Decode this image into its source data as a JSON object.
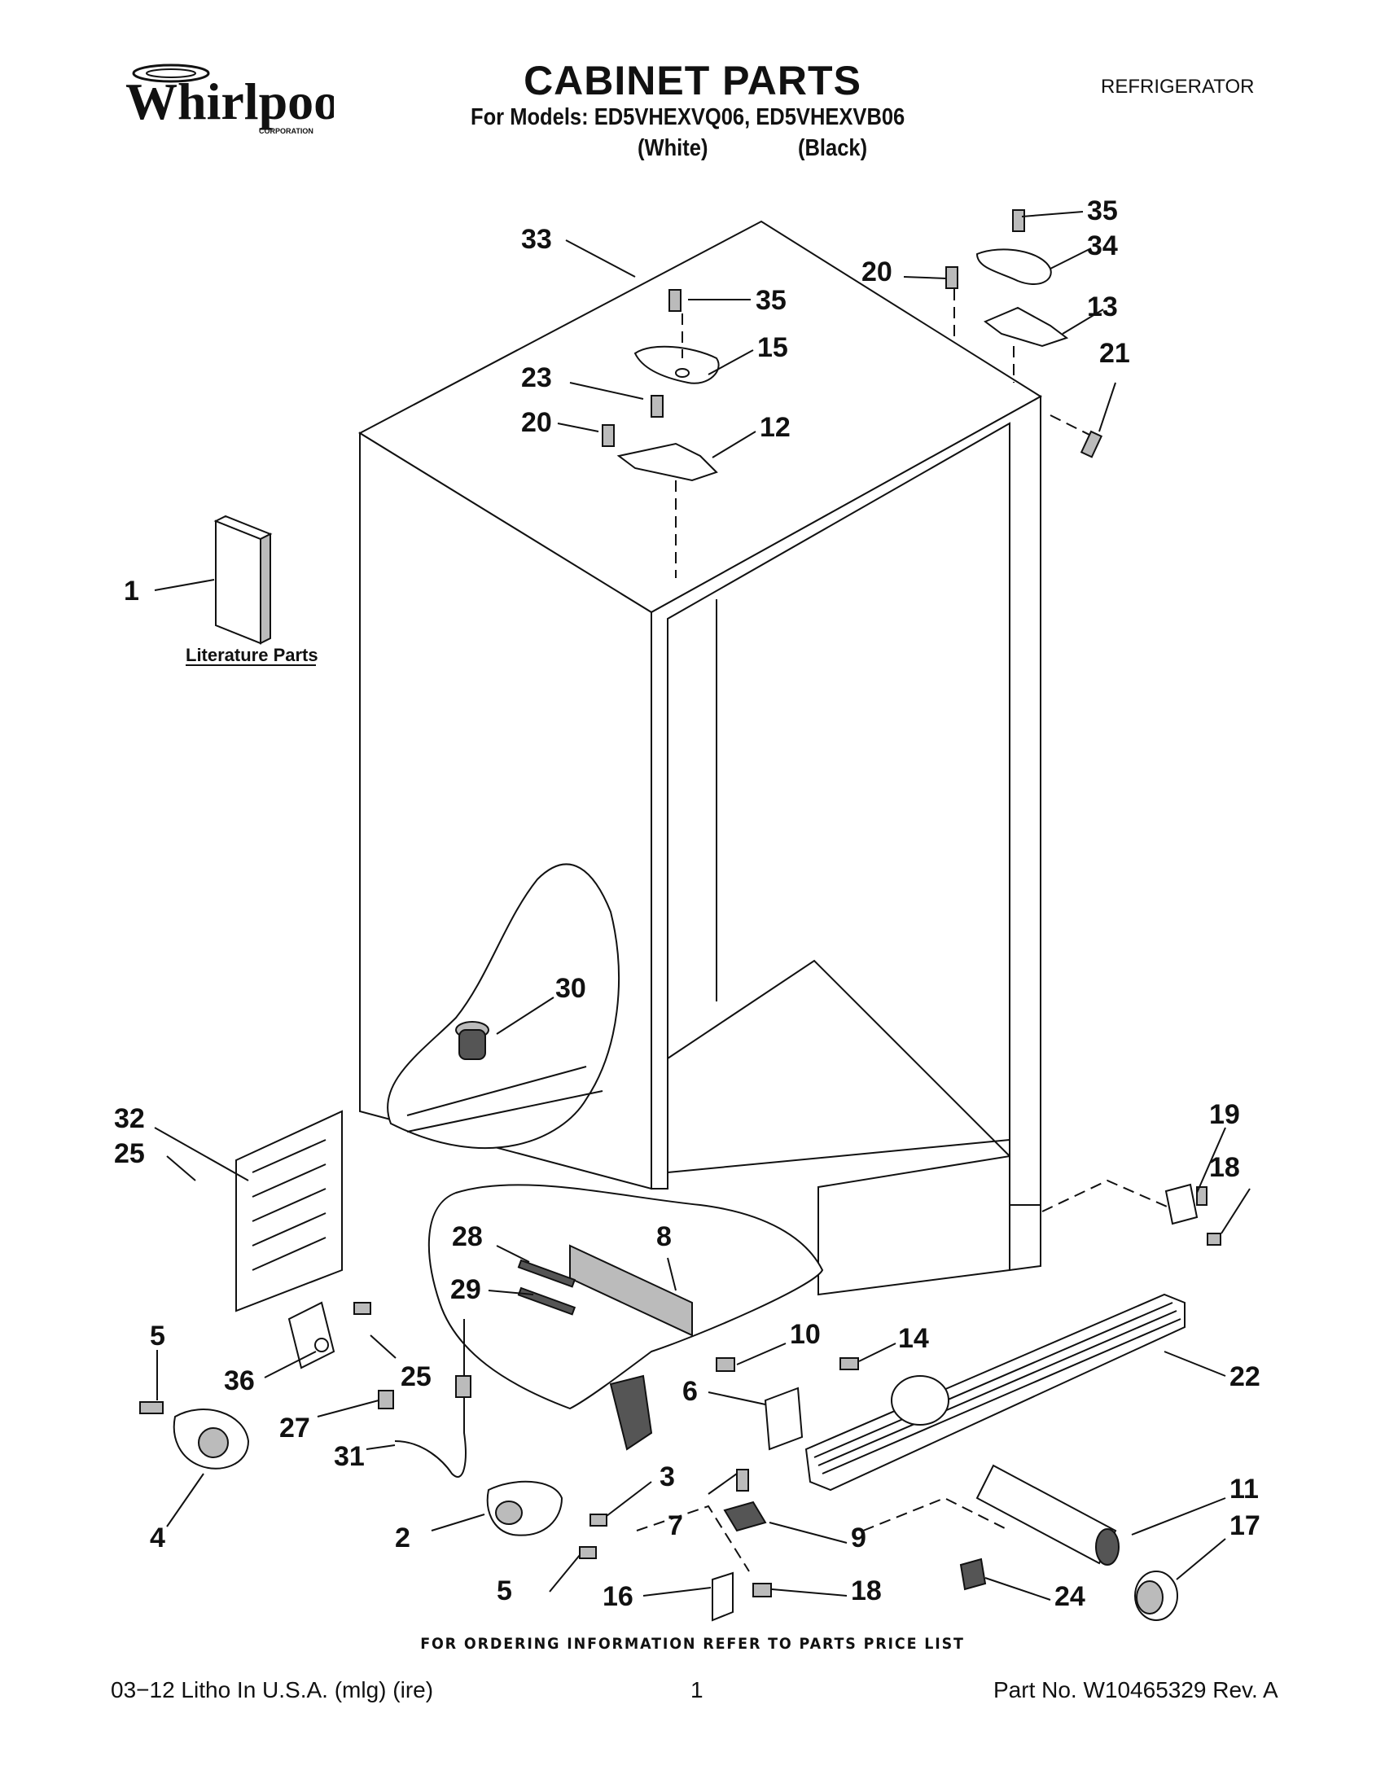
{
  "header": {
    "brand": "Whirlpool",
    "brand_sub": "CORPORATION",
    "title": "CABINET PARTS",
    "models_line": "For Models: ED5VHEXVQ06, ED5VHEXVB06",
    "variant_1": "(White)",
    "variant_2": "(Black)",
    "appliance": "REFRIGERATOR"
  },
  "diagram": {
    "literature_label": "Literature Parts",
    "callouts": [
      {
        "id": "c33a",
        "num": "33"
      },
      {
        "id": "c35a",
        "num": "35"
      },
      {
        "id": "c15",
        "num": "15"
      },
      {
        "id": "c23",
        "num": "23"
      },
      {
        "id": "c20a",
        "num": "20"
      },
      {
        "id": "c12",
        "num": "12"
      },
      {
        "id": "c35b",
        "num": "35"
      },
      {
        "id": "c34",
        "num": "34"
      },
      {
        "id": "c20b",
        "num": "20"
      },
      {
        "id": "c13",
        "num": "13"
      },
      {
        "id": "c21",
        "num": "21"
      },
      {
        "id": "c1",
        "num": "1"
      },
      {
        "id": "c30",
        "num": "30"
      },
      {
        "id": "c32",
        "num": "32"
      },
      {
        "id": "c25a",
        "num": "25"
      },
      {
        "id": "c19",
        "num": "19"
      },
      {
        "id": "c18a",
        "num": "18"
      },
      {
        "id": "c28",
        "num": "28"
      },
      {
        "id": "c8",
        "num": "8"
      },
      {
        "id": "c29",
        "num": "29"
      },
      {
        "id": "c10",
        "num": "10"
      },
      {
        "id": "c14",
        "num": "14"
      },
      {
        "id": "c22",
        "num": "22"
      },
      {
        "id": "c5a",
        "num": "5"
      },
      {
        "id": "c36",
        "num": "36"
      },
      {
        "id": "c25b",
        "num": "25"
      },
      {
        "id": "c6",
        "num": "6"
      },
      {
        "id": "c27",
        "num": "27"
      },
      {
        "id": "c31",
        "num": "31"
      },
      {
        "id": "c3",
        "num": "3"
      },
      {
        "id": "c7",
        "num": "7"
      },
      {
        "id": "c11",
        "num": "11"
      },
      {
        "id": "c17",
        "num": "17"
      },
      {
        "id": "c4",
        "num": "4"
      },
      {
        "id": "c2",
        "num": "2"
      },
      {
        "id": "c9",
        "num": "9"
      },
      {
        "id": "c5b",
        "num": "5"
      },
      {
        "id": "c16",
        "num": "16"
      },
      {
        "id": "c18b",
        "num": "18"
      },
      {
        "id": "c24",
        "num": "24"
      }
    ]
  },
  "footer": {
    "ordering_note": "FOR ORDERING INFORMATION REFER TO PARTS PRICE LIST",
    "print_info": "03−12  Litho In U.S.A. (mlg) (ire)",
    "page_number": "1",
    "part_number": "Part No. W10465329 Rev. A"
  }
}
